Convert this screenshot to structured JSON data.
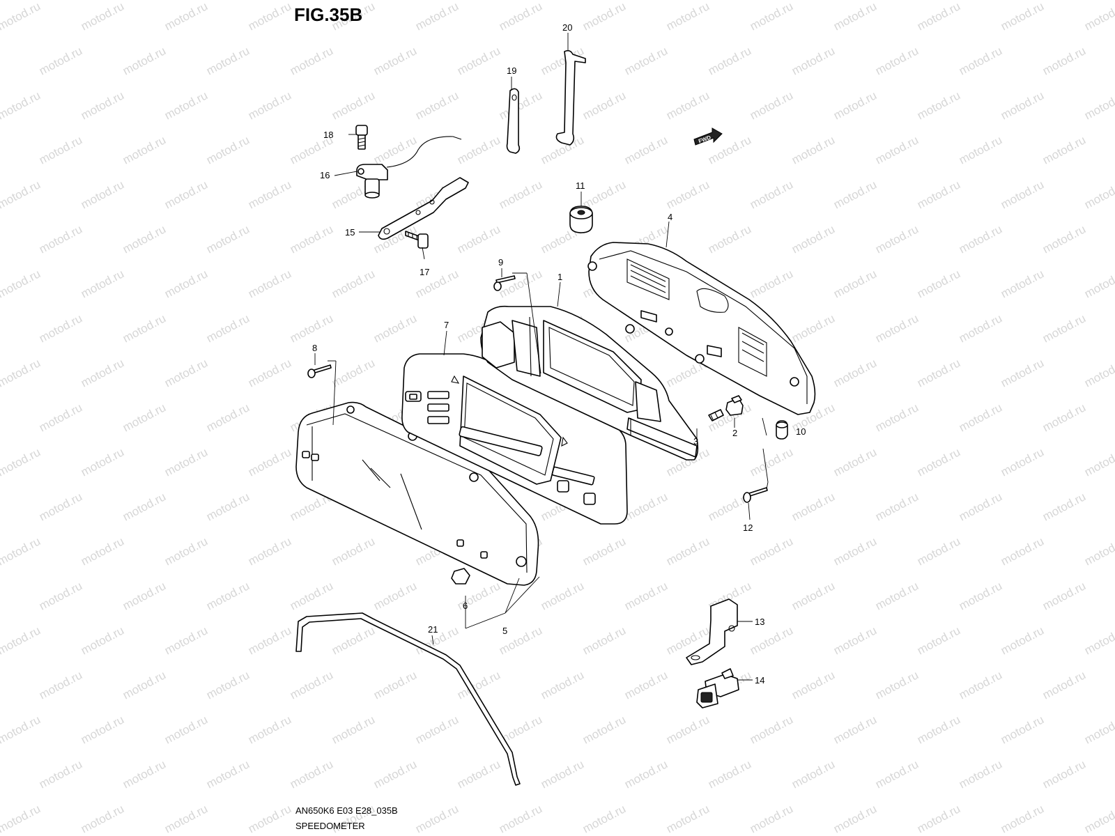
{
  "figure": {
    "title": "FIG.35B",
    "code": "AN650K6 E03 E28_035B",
    "name": "SPEEDOMETER",
    "watermark": "motod.ru",
    "fwd_label": "FWD"
  },
  "callouts": [
    "1",
    "2",
    "3",
    "4",
    "5",
    "6",
    "7",
    "8",
    "9",
    "10",
    "11",
    "12",
    "13",
    "14",
    "15",
    "16",
    "17",
    "18",
    "19",
    "20",
    "21"
  ]
}
